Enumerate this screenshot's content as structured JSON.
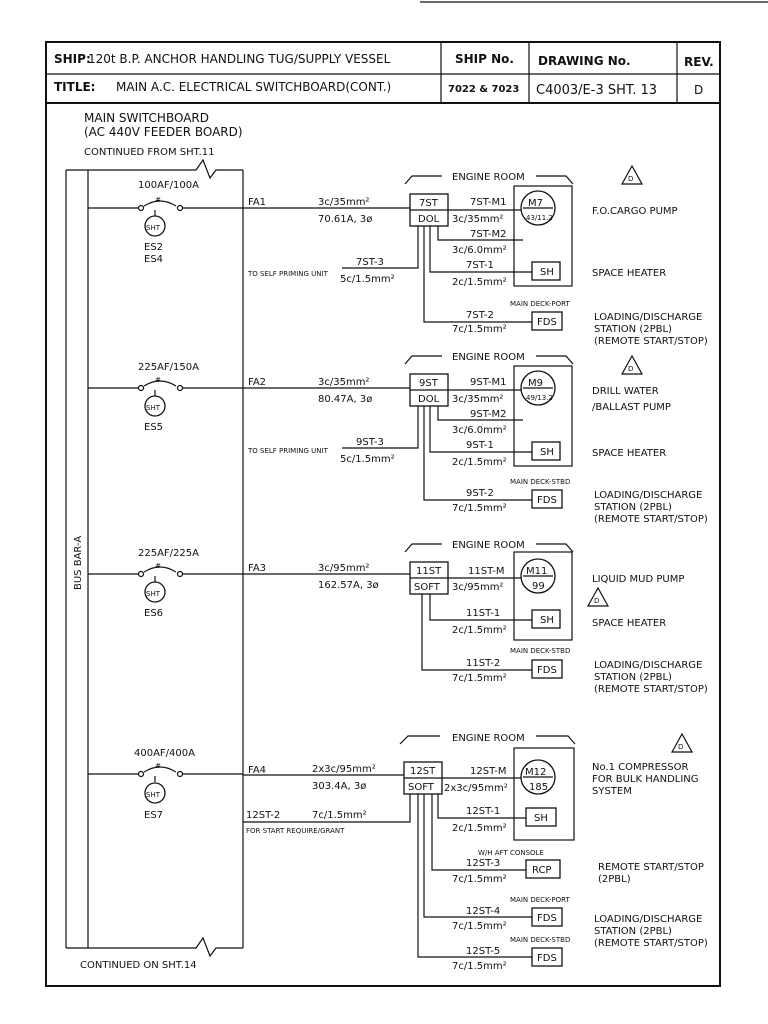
{
  "header": {
    "ship_label": "SHIP:",
    "ship_value": "120t B.P. ANCHOR HANDLING TUG/SUPPLY VESSEL",
    "title_label": "TITLE:",
    "title_value": "MAIN A.C. ELECTRICAL SWITCHBOARD(CONT.)",
    "ship_no_label": "SHIP No.",
    "ship_no_value": "7022 & 7023",
    "drawing_no_label": "DRAWING No.",
    "drawing_no_value": "C4003/E-3 SHT. 13",
    "rev_label": "REV.",
    "rev_value": "D"
  },
  "board": {
    "title_line1": "MAIN SWITCHBOARD",
    "title_line2": "(AC 440V FEEDER BOARD)",
    "continued_from": "CONTINUED FROM SHT.11",
    "continued_on": "CONTINUED ON SHT.14",
    "bus_bar": "BUS BAR-A",
    "revision_mark": "D",
    "engine_room": "ENGINE ROOM",
    "shunt": "SHT"
  },
  "feeders": [
    {
      "breaker": "100AF/100A",
      "es": "ES2",
      "es2": "ES4",
      "fa": "FA1",
      "cable": "3c/35mm²",
      "current": "70.61A, 3ø",
      "starter": "7ST",
      "starter_type": "DOL",
      "motor_tag": "M7",
      "motor_rating": "43/11.2",
      "c1_tag": "7ST-M1",
      "c1_size": "3c/35mm²",
      "c2_tag": "7ST-M2",
      "c2_size": "3c/6.0mm²",
      "sh_tag": "7ST-1",
      "sh_size": "2c/1.5mm²",
      "self_prime_label": "TO SELF PRIMING UNIT",
      "self_prime_tag": "7ST-3",
      "self_prime_size": "5c/1.5mm²",
      "location": "MAIN DECK-PORT",
      "fds_tag": "7ST-2",
      "fds_size": "7c/1.5mm²",
      "load": "F.O.CARGO PUMP",
      "heater": "SPACE HEATER",
      "station1": "LOADING/DISCHARGE",
      "station2": "STATION (2PBL)",
      "station3": "(REMOTE START/STOP)"
    },
    {
      "breaker": "225AF/150A",
      "es": "ES5",
      "fa": "FA2",
      "cable": "3c/35mm²",
      "current": "80.47A, 3ø",
      "starter": "9ST",
      "starter_type": "DOL",
      "motor_tag": "M9",
      "motor_rating": "49/13.2",
      "c1_tag": "9ST-M1",
      "c1_size": "3c/35mm²",
      "c2_tag": "9ST-M2",
      "c2_size": "3c/6.0mm²",
      "sh_tag": "9ST-1",
      "sh_size": "2c/1.5mm²",
      "self_prime_label": "TO SELF PRIMING UNIT",
      "self_prime_tag": "9ST-3",
      "self_prime_size": "5c/1.5mm²",
      "location": "MAIN DECK-STBD",
      "fds_tag": "9ST-2",
      "fds_size": "7c/1.5mm²",
      "load1": "DRILL WATER",
      "load2": "/BALLAST PUMP",
      "heater": "SPACE HEATER",
      "station1": "LOADING/DISCHARGE",
      "station2": "STATION (2PBL)",
      "station3": "(REMOTE START/STOP)"
    },
    {
      "breaker": "225AF/225A",
      "es": "ES6",
      "fa": "FA3",
      "cable": "3c/95mm²",
      "current": "162.57A, 3ø",
      "starter": "11ST",
      "starter_type": "SOFT",
      "motor_tag": "M11",
      "motor_rating": "99",
      "c1_tag": "11ST-M",
      "c1_size": "3c/95mm²",
      "sh_tag": "11ST-1",
      "sh_size": "2c/1.5mm²",
      "location": "MAIN DECK-STBD",
      "fds_tag": "11ST-2",
      "fds_size": "7c/1.5mm²",
      "load": "LIQUID MUD PUMP",
      "heater": "SPACE HEATER",
      "station1": "LOADING/DISCHARGE",
      "station2": "STATION (2PBL)",
      "station3": "(REMOTE START/STOP)"
    },
    {
      "breaker": "400AF/400A",
      "es": "ES7",
      "fa": "FA4",
      "cable": "2x3c/95mm²",
      "current": "303.4A, 3ø",
      "starter": "12ST",
      "starter_type": "SOFT",
      "motor_tag": "M12",
      "motor_rating": "185",
      "c1_tag": "12ST-M",
      "c1_size": "2x3c/95mm²",
      "sh_tag": "12ST-1",
      "sh_size": "2c/1.5mm²",
      "grant_tag": "12ST-2",
      "grant_size": "7c/1.5mm²",
      "grant_label": "FOR START REQUIRE/GRANT",
      "rcp_location": "W/H AFT CONSOLE",
      "rcp_tag": "12ST-3",
      "rcp_size": "7c/1.5mm²",
      "location1": "MAIN DECK-PORT",
      "fds1_tag": "12ST-4",
      "fds1_size": "7c/1.5mm²",
      "location2": "MAIN DECK-STBD",
      "fds2_tag": "12ST-5",
      "fds2_size": "7c/1.5mm²",
      "load1": "No.1 COMPRESSOR",
      "load2": "FOR BULK HANDLING",
      "load3": "SYSTEM",
      "remote1": "REMOTE START/STOP",
      "remote2": "(2PBL)",
      "station1": "LOADING/DISCHARGE",
      "station2": "STATION (2PBL)",
      "station3": "(REMOTE START/STOP)"
    }
  ],
  "devices": {
    "sh": "SH",
    "fds": "FDS",
    "rcp": "RCP"
  }
}
